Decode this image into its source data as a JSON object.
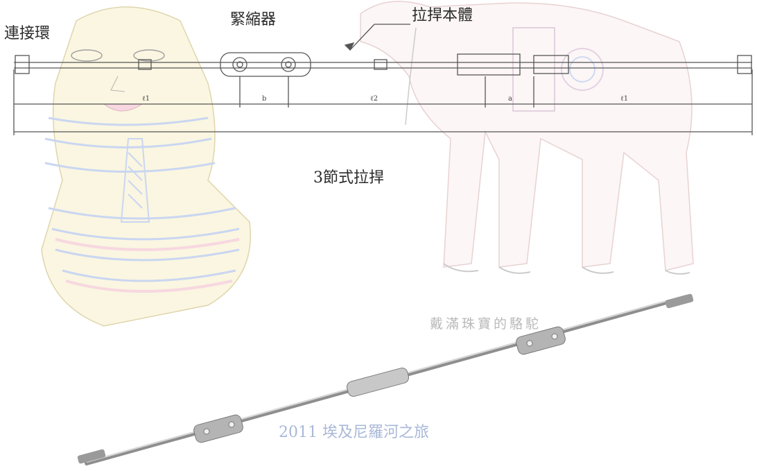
{
  "labels": {
    "connector": "連接環",
    "tightener": "緊縮器",
    "rod_body": "拉捍本體",
    "caption": "3節式拉捍",
    "watermark": "戴滿珠寶的駱駝",
    "trip_title": "2011 埃及尼羅河之旅"
  },
  "dimension_labels": {
    "l1_left": "ℓ1",
    "b": "b",
    "l2": "ℓ2",
    "a": "a",
    "l1_right": "ℓ1"
  },
  "colors": {
    "line": "#555555",
    "pharaoh_blue": "#9fb6e6",
    "pharaoh_yellow": "#f3e7a8",
    "pharaoh_pink": "#f2b7c7",
    "camel_pink": "#e9b9b9",
    "rod_metal": "#9a9a9a",
    "watermark": "#b9b9b9",
    "trip_title": "#a9b8d8"
  }
}
